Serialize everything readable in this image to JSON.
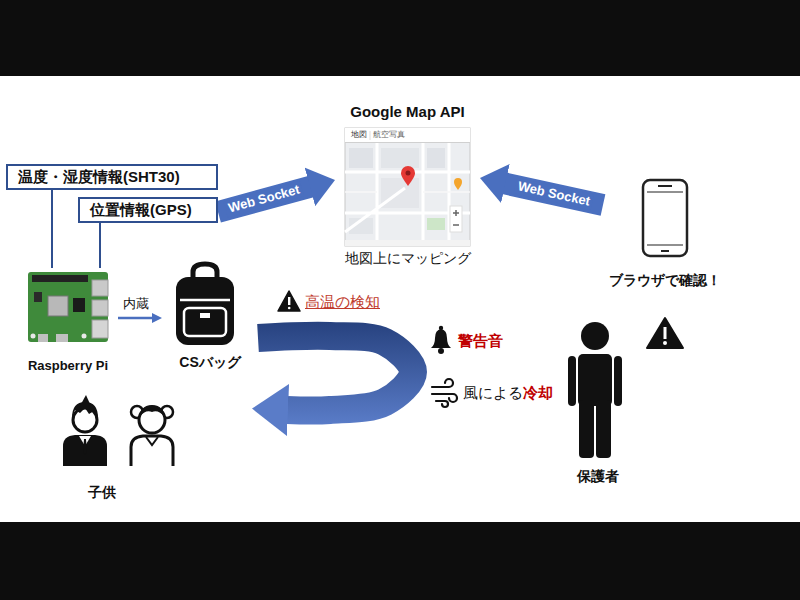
{
  "diagram": {
    "nodes": [
      {
        "text": [
          "Google Map API",
          "地図上にマッピング"
        ]
      },
      {
        "text": [
          "温度・湿度情報(SHT30)"
        ]
      },
      {
        "text": [
          "位置情報(GPS)"
        ]
      },
      {
        "text": [
          "ブラウザで確認！"
        ]
      },
      {
        "text": [
          "Raspberry Pi"
        ]
      },
      {
        "text": [
          "CSバッグ"
        ]
      },
      {
        "text": [
          "保護者"
        ]
      },
      {
        "text": [
          "子供"
        ]
      }
    ],
    "edges": [
      {
        "from": 1,
        "to": 4,
        "arrow": "none"
      },
      {
        "from": 2,
        "to": 4,
        "arrow": "none"
      },
      {
        "from": 2,
        "to": 0,
        "arrow": "to",
        "label": "Web Socket"
      },
      {
        "from": 3,
        "to": 0,
        "arrow": "to",
        "label": "Web Socket"
      },
      {
        "from": 4,
        "to": 5,
        "arrow": "to",
        "label": "内蔵"
      },
      {
        "from": 5,
        "to": 7,
        "arrow": "to"
      }
    ],
    "labels": [
      "地図",
      "航空写真",
      "高温の検知",
      "警告音",
      "風による",
      "冷却"
    ]
  }
}
